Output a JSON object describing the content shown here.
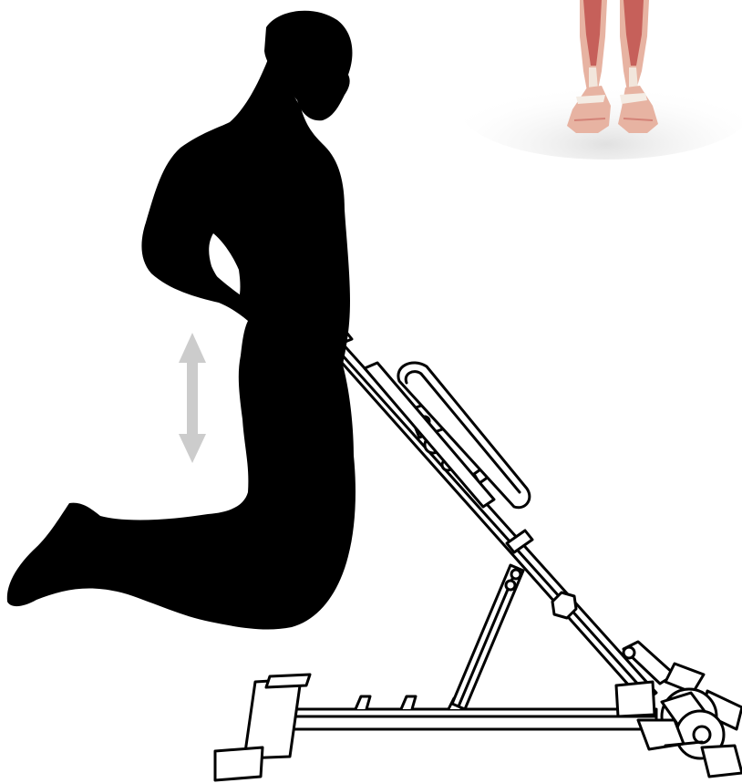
{
  "illustration": {
    "subject": "kneeling-dip-exercise",
    "colors": {
      "background": "#ffffff",
      "silhouette": "#000000",
      "equipment_stroke": "#000000",
      "equipment_fill": "#ffffff",
      "motion_arrow": "#cccccc",
      "inset_skin": "#e7b3a2",
      "inset_muscle": "#c6605a",
      "inset_tendon": "#f2e6dc"
    },
    "icons": {
      "motion": "double-arrow-vertical",
      "inset": "leg-muscle-anatomy"
    }
  }
}
